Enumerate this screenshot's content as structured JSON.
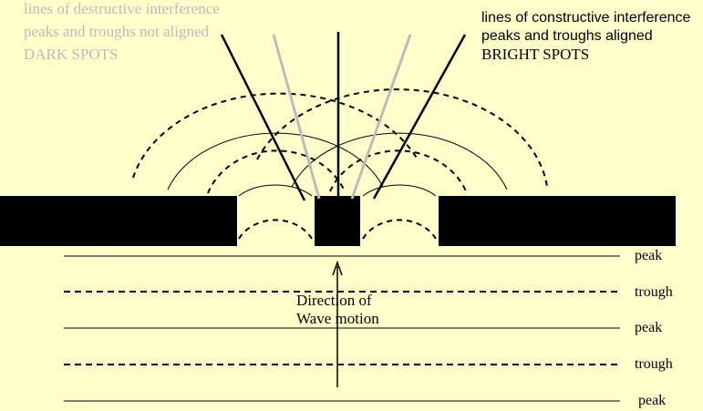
{
  "colors": {
    "background": "#FFFFCC",
    "ink": "#000000",
    "destructive": "#BBBBBB",
    "constructive": "#000000"
  },
  "legend": {
    "destructive_line1": "lines of destructive interference",
    "destructive_line2": "peaks and troughs not aligned",
    "destructive_line3": "DARK SPOTS",
    "constructive_line1": "lines of constructive interference",
    "constructive_line2": "peaks and troughs aligned",
    "constructive_line3": "BRIGHT SPOTS"
  },
  "wavefronts": [
    {
      "kind": "peak",
      "label": "peak"
    },
    {
      "kind": "trough",
      "label": "trough"
    },
    {
      "kind": "peak",
      "label": "peak"
    },
    {
      "kind": "trough",
      "label": "trough"
    },
    {
      "kind": "peak",
      "label": "peak"
    }
  ],
  "direction": {
    "line1": "Direction of",
    "line2": "Wave motion"
  }
}
